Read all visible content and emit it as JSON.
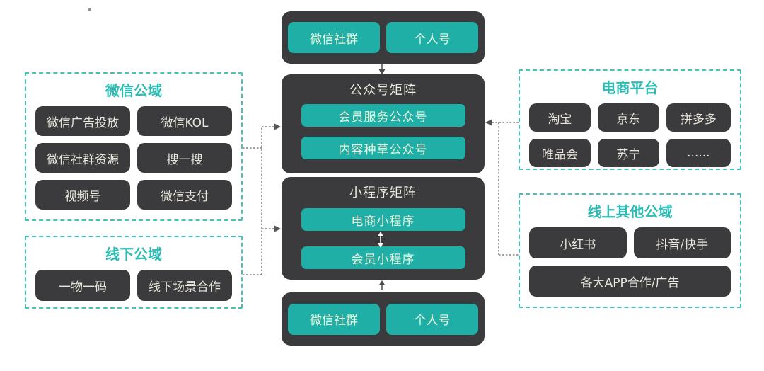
{
  "colors": {
    "teal_button": "#1FAFA7",
    "teal_title": "#2CBCB4",
    "dashed_border": "#44C3BB",
    "dark_node": "#3B3B3D",
    "node_text": "#E8E6DC",
    "connector": "#7F7F7F"
  },
  "center": {
    "top_box": {
      "buttons": [
        "微信社群",
        "个人号"
      ]
    },
    "official_account_matrix": {
      "title": "公众号矩阵",
      "buttons": [
        "会员服务公众号",
        "内容种草公众号"
      ]
    },
    "mini_program_matrix": {
      "title": "小程序矩阵",
      "buttons": [
        "电商小程序",
        "会员小程序"
      ]
    },
    "bottom_box": {
      "buttons": [
        "微信社群",
        "个人号"
      ]
    }
  },
  "left": {
    "wechat_public": {
      "title": "微信公域",
      "items": [
        "微信广告投放",
        "微信KOL",
        "微信社群资源",
        "搜一搜",
        "视频号",
        "微信支付"
      ]
    },
    "offline_public": {
      "title": "线下公域",
      "items": [
        "一物一码",
        "线下场景合作"
      ]
    }
  },
  "right": {
    "ecommerce": {
      "title": "电商平台",
      "items": [
        "淘宝",
        "京东",
        "拼多多",
        "唯品会",
        "苏宁",
        "......"
      ]
    },
    "online_other": {
      "title": "线上其他公域",
      "items": [
        "小红书",
        "抖音/快手",
        "各大APP合作/广告"
      ]
    }
  }
}
